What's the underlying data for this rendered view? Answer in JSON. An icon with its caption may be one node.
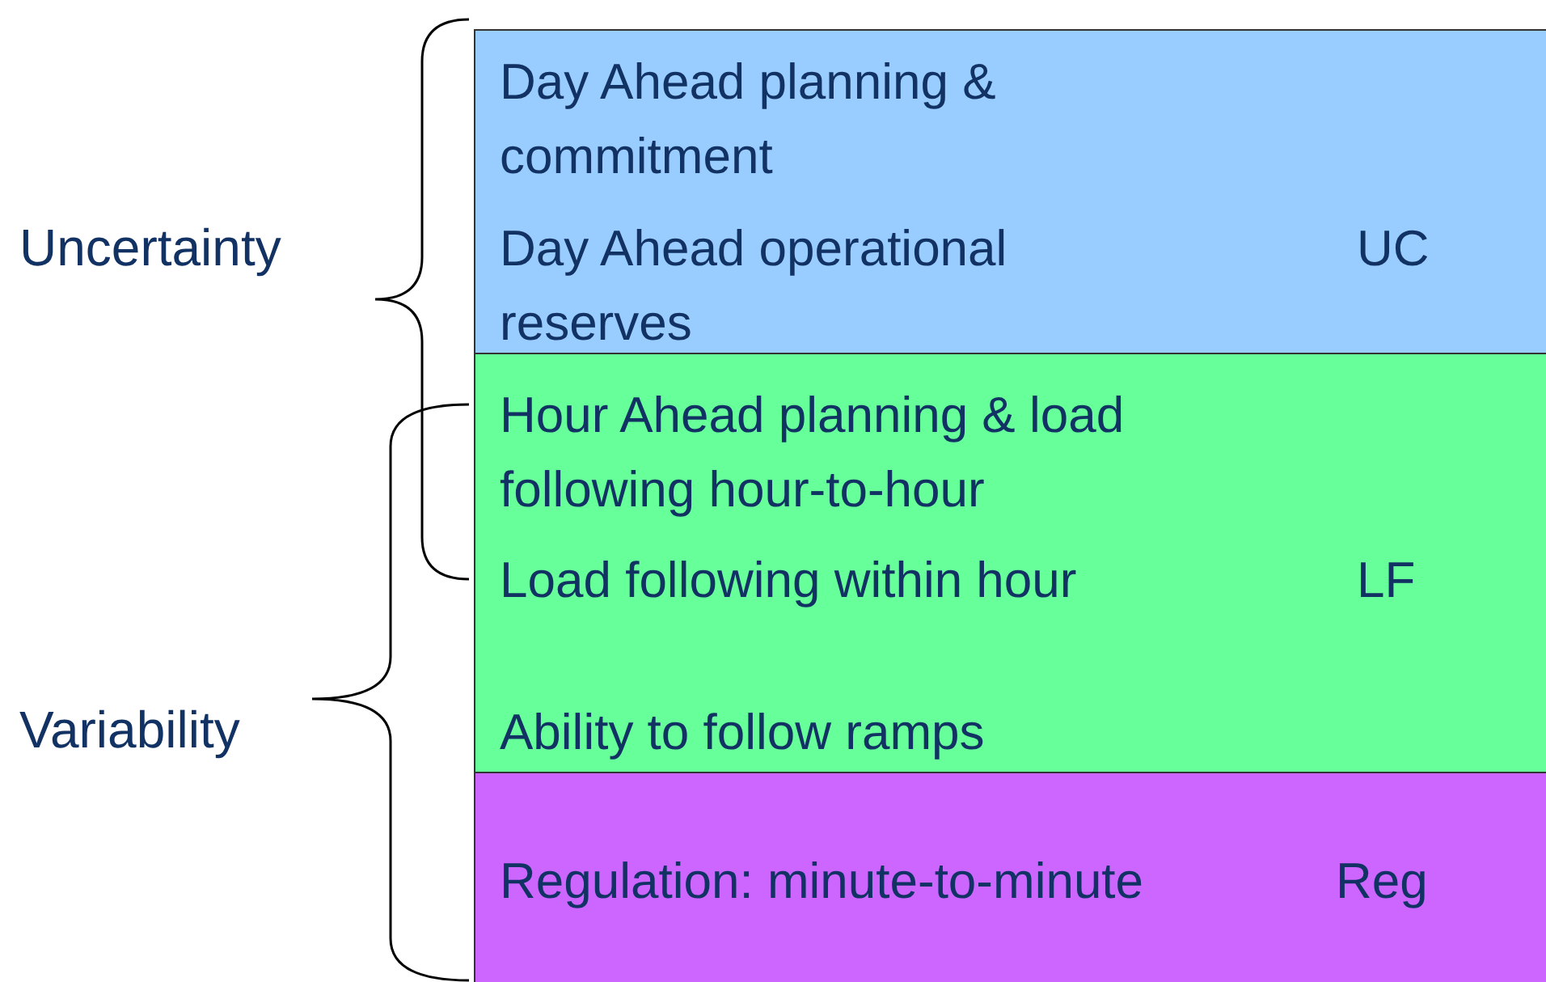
{
  "diagram": {
    "nodes": [
      {
        "text": [
          "Day Ahead planning & commitment",
          "Day Ahead operational reserves",
          "UC"
        ]
      },
      {
        "text": [
          "Hour Ahead planning & load following hour-to-hour",
          "Load following within hour",
          "Ability to follow ramps",
          "LF"
        ]
      },
      {
        "text": [
          "Regulation: minute-to-minute",
          "Reg"
        ]
      }
    ],
    "labels": [
      "Uncertainty",
      "Variability"
    ]
  }
}
